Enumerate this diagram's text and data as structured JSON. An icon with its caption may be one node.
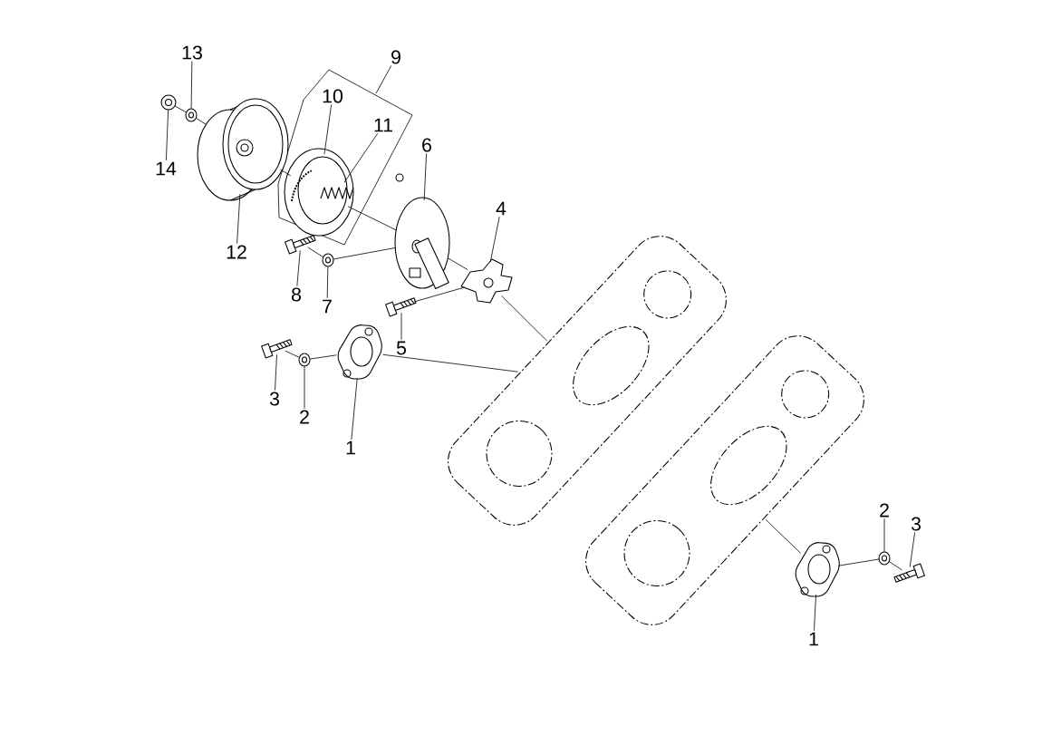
{
  "diagram": {
    "nodes": [
      {
        "text": [
          "13"
        ]
      },
      {
        "text": [
          "9"
        ]
      },
      {
        "text": [],
        "shape": "picture"
      },
      {
        "text": [],
        "shape": "picture"
      },
      {
        "text": [
          "10"
        ]
      },
      {
        "text": [
          "11"
        ]
      },
      {
        "text": [
          "14"
        ]
      },
      {
        "text": [],
        "shape": "picture"
      },
      {
        "text": [],
        "shape": "picture"
      },
      {
        "text": [],
        "shape": "picture",
        "in": 8
      },
      {
        "text": [
          "6"
        ]
      },
      {
        "text": [],
        "shape": "picture"
      },
      {
        "text": [
          "4"
        ]
      },
      {
        "text": [],
        "shape": "picture"
      },
      {
        "text": [],
        "shape": "picture"
      },
      {
        "text": [],
        "shape": "picture"
      },
      {
        "text": [
          "12"
        ]
      },
      {
        "text": [
          "8"
        ]
      },
      {
        "text": [
          "7"
        ]
      },
      {
        "text": [],
        "shape": "picture"
      },
      {
        "text": [],
        "shape": "picture"
      },
      {
        "text": [
          "5"
        ]
      },
      {
        "text": [],
        "shape": "picture"
      },
      {
        "text": [],
        "shape": "picture"
      },
      {
        "text": [],
        "shape": "picture"
      },
      {
        "text": [
          "3"
        ]
      },
      {
        "text": [
          "2"
        ]
      },
      {
        "text": [
          "1"
        ]
      },
      {
        "text": [],
        "shape": "picture"
      },
      {
        "text": [],
        "shape": "picture"
      },
      {
        "text": [],
        "shape": "picture"
      },
      {
        "text": [],
        "shape": "picture"
      },
      {
        "text": [
          "2"
        ]
      },
      {
        "text": [
          "3"
        ]
      },
      {
        "text": [
          "1"
        ]
      }
    ],
    "edges": [
      {
        "from": 0,
        "to": 3,
        "arrow": "none"
      },
      {
        "from": 6,
        "to": 2,
        "arrow": "none"
      },
      {
        "from": 1,
        "to": null,
        "arrow": "none"
      },
      {
        "from": 4,
        "to": 8,
        "arrow": "none"
      },
      {
        "from": 5,
        "to": 9,
        "arrow": "none"
      },
      {
        "from": 10,
        "to": 11,
        "arrow": "none"
      },
      {
        "from": 12,
        "to": 15,
        "arrow": "none"
      },
      {
        "from": 16,
        "to": 7,
        "arrow": "none"
      },
      {
        "from": 17,
        "to": 13,
        "arrow": "none"
      },
      {
        "from": 18,
        "to": 14,
        "arrow": "none"
      },
      {
        "from": 21,
        "to": 19,
        "arrow": "none"
      },
      {
        "from": 25,
        "to": 22,
        "arrow": "none"
      },
      {
        "from": 26,
        "to": 23,
        "arrow": "none"
      },
      {
        "from": 27,
        "to": 24,
        "arrow": "none"
      },
      {
        "from": 32,
        "to": 30,
        "arrow": "none"
      },
      {
        "from": 33,
        "to": 31,
        "arrow": "none"
      },
      {
        "from": 34,
        "to": 29,
        "arrow": "none"
      },
      {
        "from": 2,
        "to": 3,
        "arrow": "none"
      },
      {
        "from": 3,
        "to": 7,
        "arrow": "none"
      },
      {
        "from": 7,
        "to": 8,
        "arrow": "none"
      },
      {
        "from": 8,
        "to": 11,
        "arrow": "none"
      },
      {
        "from": 11,
        "to": 15,
        "arrow": "none"
      },
      {
        "from": 15,
        "to": 20,
        "arrow": "none"
      },
      {
        "from": 13,
        "to": 14,
        "arrow": "none"
      },
      {
        "from": 14,
        "to": 11,
        "arrow": "none"
      },
      {
        "from": 19,
        "to": 15,
        "arrow": "none"
      },
      {
        "from": 24,
        "to": 20,
        "arrow": "none"
      },
      {
        "from": 22,
        "to": 23,
        "arrow": "none"
      },
      {
        "from": 23,
        "to": 24,
        "arrow": "none"
      },
      {
        "from": 28,
        "to": 29,
        "arrow": "none"
      },
      {
        "from": 29,
        "to": 30,
        "arrow": "none"
      },
      {
        "from": 30,
        "to": 31,
        "arrow": "none"
      }
    ]
  }
}
